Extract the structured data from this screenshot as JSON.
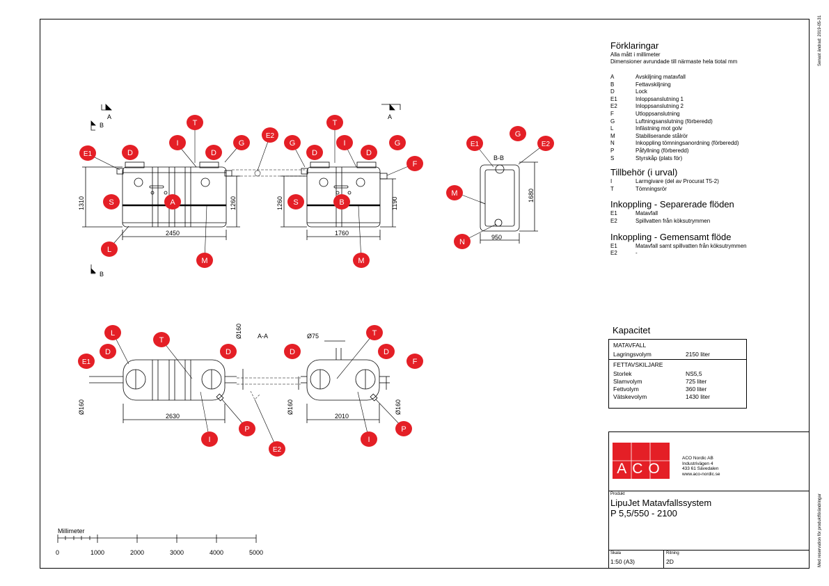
{
  "side_notes": {
    "top": "Senast ändrad: 2019-05-31",
    "bottom": "Med reservation för produktförändringar"
  },
  "legend": {
    "title": "Förklaringar",
    "subtitle1": "Alla mått i millimeter",
    "subtitle2": "Dimensioner avrundade till närmaste hela tiotal mm",
    "items": [
      {
        "k": "A",
        "v": "Avskiljning matavfall"
      },
      {
        "k": "B",
        "v": "Fettavskiljning"
      },
      {
        "k": "D",
        "v": "Lock"
      },
      {
        "k": "E1",
        "v": "Inloppsanslutning 1"
      },
      {
        "k": "E2",
        "v": "Inloppsanslutning 2"
      },
      {
        "k": "F",
        "v": "Utloppsanslutning"
      },
      {
        "k": "G",
        "v": "Luftningsanslutning (förberedd)"
      },
      {
        "k": "L",
        "v": "Infästning mot golv"
      },
      {
        "k": "M",
        "v": "Stabiliserande stålrör"
      },
      {
        "k": "N",
        "v": "Inkoppling tömningsanordning (förberedd)"
      },
      {
        "k": "P",
        "v": "Påfyllning (förberedd)"
      },
      {
        "k": "S",
        "v": "Styrskåp (plats för)"
      }
    ],
    "accessories_title": "Tillbehör (i urval)",
    "accessories": [
      {
        "k": "I",
        "v": "Larmgivare (del av Procurat T5-2)"
      },
      {
        "k": "T",
        "v": "Tömningsrör"
      }
    ],
    "sep_title": "Inkoppling - Separerade flöden",
    "sep": [
      {
        "k": "E1",
        "v": "Matavfall"
      },
      {
        "k": "E2",
        "v": "Spillvatten från köksutrymmen"
      }
    ],
    "com_title": "Inkoppling - Gemensamt flöde",
    "com": [
      {
        "k": "E1",
        "v": "Matavfall samt spillvatten från köksutrymmen"
      },
      {
        "k": "E2",
        "v": "-"
      }
    ]
  },
  "capacity": {
    "title": "Kapacitet",
    "section1": "MATAVFALL",
    "rows1": [
      {
        "k": "Lagringsvolym",
        "v": "2150 liter"
      }
    ],
    "section2": "FETTAVSKILJARE",
    "rows2": [
      {
        "k": "Storlek",
        "v": "NS5,5"
      },
      {
        "k": "Slamvolym",
        "v": "725 liter"
      },
      {
        "k": "Fettvolym",
        "v": "360 liter"
      },
      {
        "k": "Vätskevolym",
        "v": "1430 liter"
      }
    ]
  },
  "title_block": {
    "logo_text": "ACO",
    "company_lines": [
      "ACO Nordic AB",
      "Industrivägen 4",
      "433 61  Sävedalen",
      "www.aco-nordic.se"
    ],
    "product_label": "Produkt",
    "product_line1": "LipuJet Matavfallssystem",
    "product_line2": "P 5,5/550 - 2100",
    "scale_label": "Skala",
    "scale_value": "1:50 (A3)",
    "drawing_label": "Ritning",
    "drawing_value": "2D"
  },
  "scale_bar": {
    "label": "Millimeter",
    "ticks": [
      "0",
      "1000",
      "2000",
      "3000",
      "4000",
      "5000"
    ]
  },
  "dimensions": {
    "front_len1": "2450",
    "front_len2": "1760",
    "front_h1": "1310",
    "front_h2": "1260",
    "front_h3": "1260",
    "front_h4": "1190",
    "side_w": "950",
    "side_h": "1680",
    "top_len1": "2630",
    "top_len2": "2010",
    "top_d1": "Ø160",
    "top_d2": "Ø160",
    "top_d3": "Ø160",
    "top_d4": "Ø160",
    "top_d75": "Ø75"
  },
  "section_labels": {
    "aa": "A-A",
    "bb": "B-B",
    "a": "A",
    "b": "B"
  },
  "callouts": {
    "front": [
      "E1",
      "D",
      "T",
      "I",
      "D",
      "G",
      "E2",
      "G",
      "D",
      "T",
      "I",
      "D",
      "G",
      "F",
      "S",
      "A",
      "S",
      "B",
      "L",
      "M",
      "M"
    ],
    "side": [
      "E1",
      "G",
      "E2",
      "M",
      "N"
    ],
    "top": [
      "L",
      "D",
      "E1",
      "T",
      "D",
      "T",
      "D",
      "D",
      "E1",
      "F",
      "I",
      "P",
      "E2",
      "I",
      "P"
    ]
  },
  "colors": {
    "callout": "#e41f26",
    "line": "#000000",
    "dash": "#555555"
  }
}
